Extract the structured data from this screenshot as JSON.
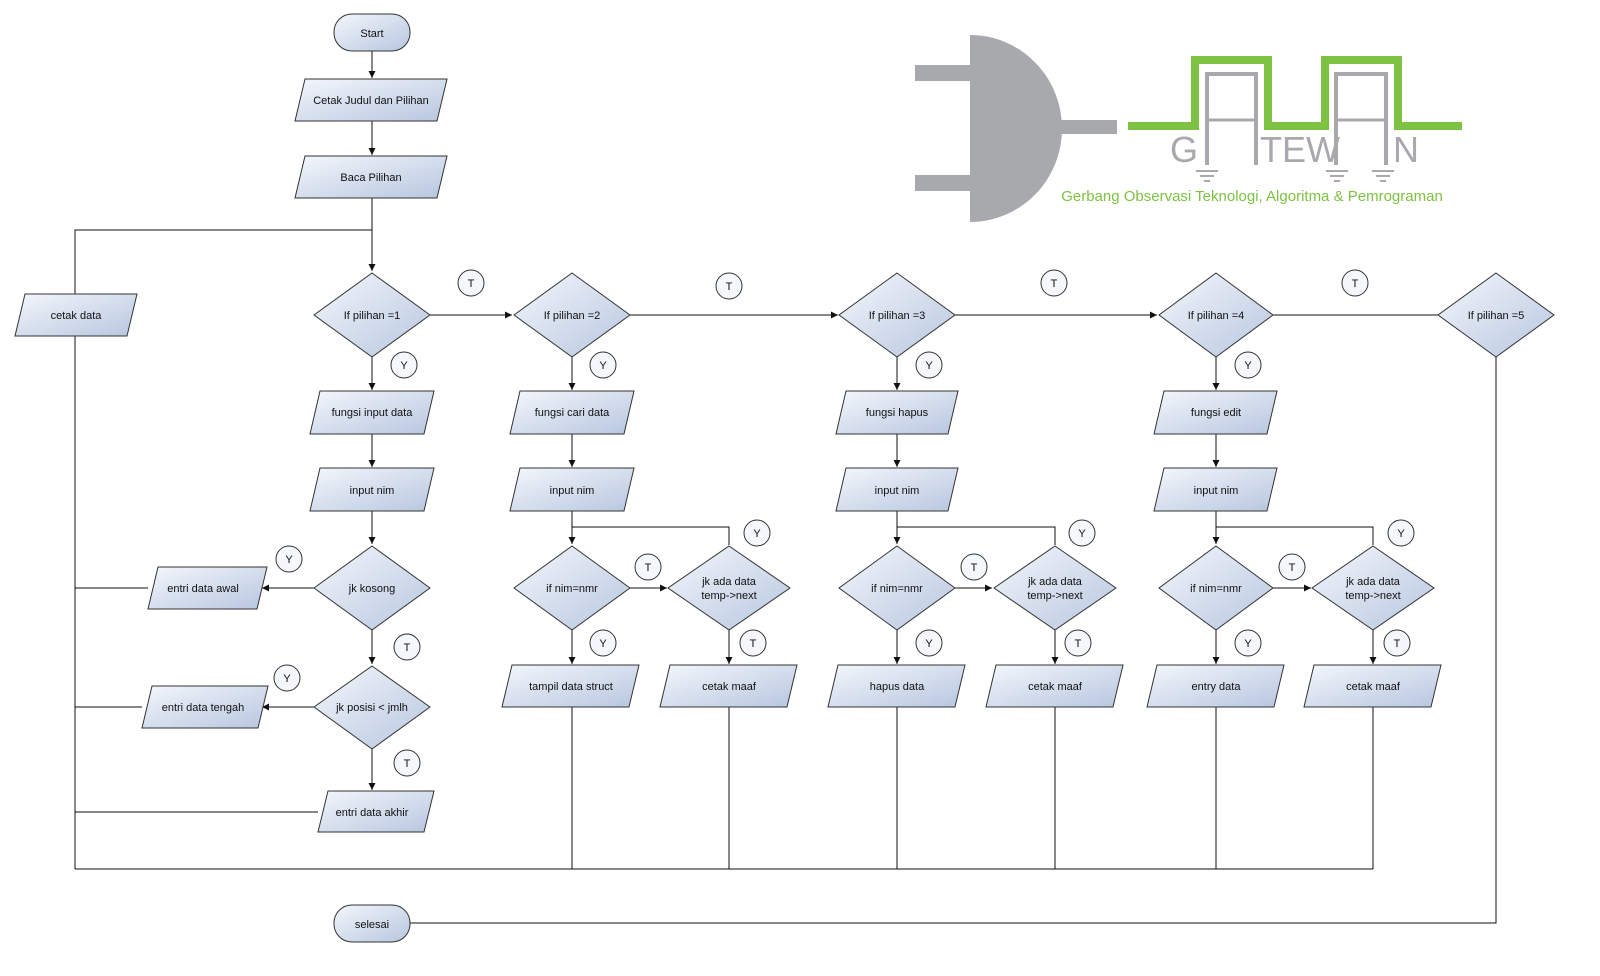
{
  "colors": {
    "shape_fill_light": "#f4f7fc",
    "shape_fill_dark": "#b7c6df",
    "stroke": "#333333",
    "logo_gray": "#a7a9ac",
    "logo_green": "#7dc242"
  },
  "logo": {
    "letters": [
      "G",
      "TEW",
      "N"
    ],
    "tagline": "Gerbang Observasi Teknologi, Algoritma & Pemrograman"
  },
  "nodes": {
    "start": "Start",
    "cetak_judul": "Cetak Judul dan Pilihan",
    "baca_pilihan": "Baca Pilihan",
    "cetak_data": "cetak data",
    "if1": "If pilihan =1",
    "if2": "If pilihan =2",
    "if3": "If pilihan =3",
    "if4": "If pilihan =4",
    "if5": "If pilihan =5",
    "fungsi_input": "fungsi input data",
    "fungsi_cari": "fungsi cari data",
    "fungsi_hapus": "fungsi hapus",
    "fungsi_edit": "fungsi edit",
    "input_nim": "input nim",
    "jk_kosong": "jk kosong",
    "entri_awal": "entri data awal",
    "jk_posisi": "jk posisi < jmlh",
    "entri_tengah": "entri data tengah",
    "entri_akhir": "entri data akhir",
    "if_nim": "if nim=nmr",
    "jk_ada_1": "jk ada data",
    "jk_ada_2": "temp->next",
    "tampil": "tampil data struct",
    "cetak_maaf": "cetak maaf",
    "hapus_data": "hapus data",
    "entry_data": "entry data",
    "selesai": "selesai"
  },
  "marks": {
    "yes": "Y",
    "no": "T"
  }
}
